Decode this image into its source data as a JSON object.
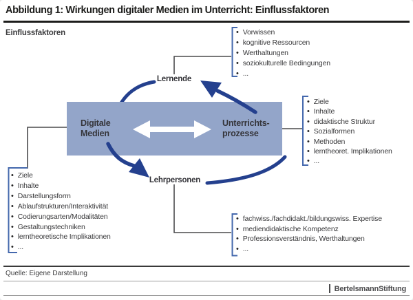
{
  "figure": {
    "title": "Abbildung 1: Wirkungen digitaler Medien im Unterricht: Einflussfaktoren",
    "subtitle": "Einflussfaktoren",
    "source": "Quelle: Eigene Darstellung",
    "logo": {
      "part1": "Bertelsmann",
      "part2": "Stiftung"
    }
  },
  "diagram": {
    "nodes": {
      "digitale_medien": {
        "line1": "Digitale",
        "line2": "Medien"
      },
      "unterrichtsprozesse": {
        "line1": "Unterrichts-",
        "line2": "prozesse"
      },
      "lernende": "Lernende",
      "lehrpersonen": "Lehrpersonen"
    },
    "lists": {
      "lernende": [
        "Vorwissen",
        "kognitive Ressourcen",
        "Werthaltungen",
        "soziokulturelle Bedingungen",
        "..."
      ],
      "unterrichtsprozesse": [
        "Ziele",
        "Inhalte",
        "didaktische Struktur",
        "Sozialformen",
        "Methoden",
        "lerntheoret. Implikationen",
        "..."
      ],
      "digitale_medien": [
        "Ziele",
        "Inhalte",
        "Darstellungsform",
        "Ablaufstrukturen/Interaktivität",
        "Codierungsarten/Modalitäten",
        "Gestaltungstechniken",
        "lerntheoretische Implikationen",
        "..."
      ],
      "lehrpersonen": [
        "fachwiss./fachdidakt./bildungswiss. Expertise",
        "mediendidaktische Kompetenz",
        "Professionsverständnis, Werthaltungen",
        "..."
      ]
    }
  },
  "colors": {
    "navy": "#24408e",
    "band": "#93a5c9",
    "bracket": "#4468ad",
    "conn": "#4a4a4c"
  }
}
